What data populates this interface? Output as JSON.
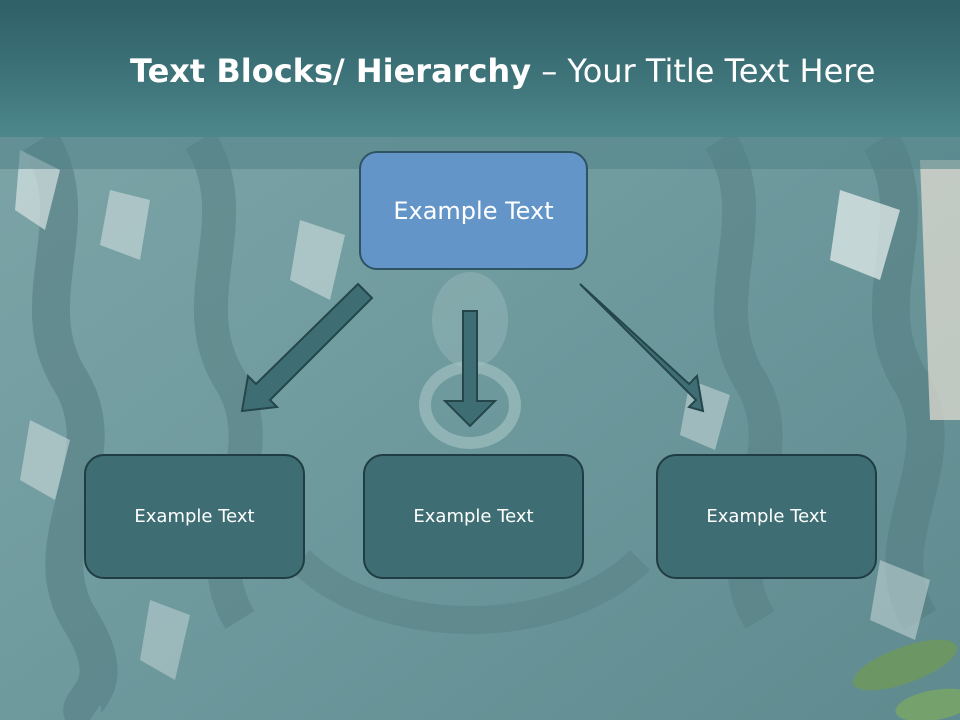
{
  "slide": {
    "title_bold": "Text Blocks/ Hierarchy",
    "title_rest": " – Your Title Text Here"
  },
  "hierarchy": {
    "root": {
      "label": "Example Text"
    },
    "children": [
      {
        "label": "Example Text"
      },
      {
        "label": "Example Text"
      },
      {
        "label": "Example Text"
      }
    ]
  },
  "colors": {
    "title_bar": "#3d7379",
    "root_fill": "#6395c9",
    "child_fill": "#3e6e73",
    "arrow": "#3e6e73"
  }
}
